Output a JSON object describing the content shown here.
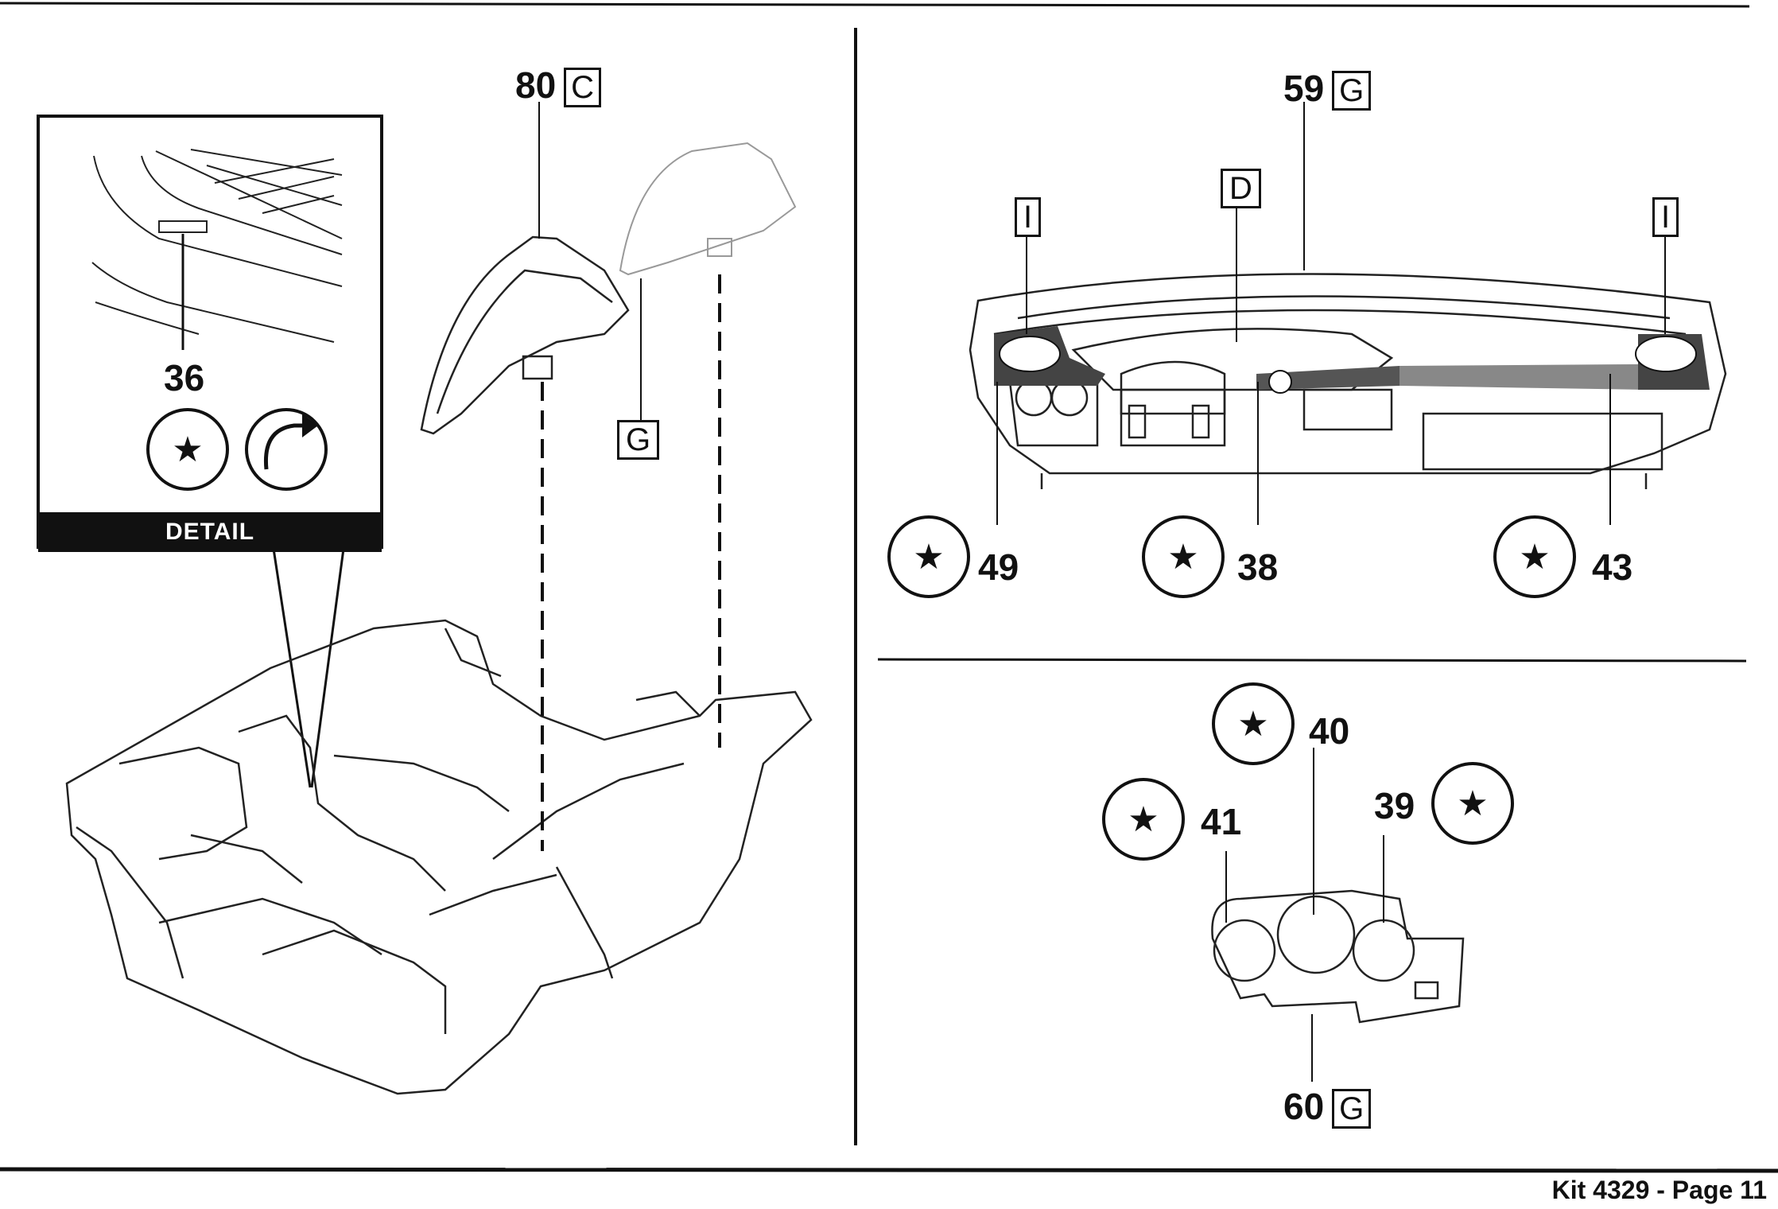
{
  "detail": {
    "label": "DETAIL",
    "part": "36"
  },
  "left_assembly": {
    "part_80": "80",
    "part_80_sprue": "C",
    "part_g": "G"
  },
  "dashboard": {
    "part_59": "59",
    "part_59_sprue": "G",
    "tag_d": "D",
    "tag_i_left": "I",
    "tag_i_right": "I",
    "decal_49": "49",
    "decal_38": "38",
    "decal_43": "43"
  },
  "gauge_cluster": {
    "decal_40": "40",
    "decal_41": "41",
    "decal_39": "39",
    "part_60": "60",
    "part_60_sprue": "G"
  },
  "footer": {
    "kit_page": "Kit 4329 - Page 11"
  },
  "icons": {
    "decal": "decal-application-icon",
    "flip": "turn-over-icon"
  }
}
